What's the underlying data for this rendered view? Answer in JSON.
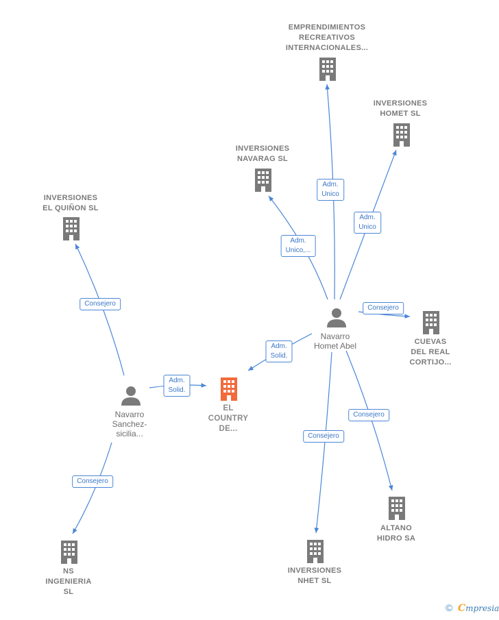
{
  "colors": {
    "edge": "#4a86d6",
    "company_icon": "#7a7a7a",
    "focus_icon": "#f26a3a",
    "person_icon": "#7a7a7a"
  },
  "companies": [
    {
      "id": "emprendimientos",
      "lines": [
        "EMPRENDIMIENTOS",
        "RECREATIVOS",
        "INTERNACIONALES..."
      ]
    },
    {
      "id": "homet",
      "lines": [
        "INVERSIONES",
        "HOMET SL"
      ]
    },
    {
      "id": "navarag",
      "lines": [
        "INVERSIONES",
        "NAVARAG  SL"
      ]
    },
    {
      "id": "quinon",
      "lines": [
        "INVERSIONES",
        "EL QUIÑON SL"
      ]
    },
    {
      "id": "cuevas",
      "lines": [
        "CUEVAS",
        "DEL REAL",
        "CORTIJO..."
      ]
    },
    {
      "id": "country",
      "lines": [
        "EL",
        "COUNTRY",
        "DE..."
      ],
      "focus": true
    },
    {
      "id": "altano",
      "lines": [
        "ALTANO",
        "HIDRO SA"
      ]
    },
    {
      "id": "nhet",
      "lines": [
        "INVERSIONES",
        "NHET  SL"
      ]
    },
    {
      "id": "ns",
      "lines": [
        "NS",
        "INGENIERIA",
        "SL"
      ]
    }
  ],
  "persons": [
    {
      "id": "homet-abel",
      "lines": [
        "Navarro",
        "Homet Abel"
      ]
    },
    {
      "id": "sanchez",
      "lines": [
        "Navarro",
        "Sanchez-",
        "sicilia..."
      ]
    }
  ],
  "edges": [
    {
      "id": "e1",
      "lines": [
        "Adm.",
        "Unico"
      ]
    },
    {
      "id": "e2",
      "lines": [
        "Adm.",
        "Unico"
      ]
    },
    {
      "id": "e3",
      "lines": [
        "Adm.",
        "Unico,..."
      ]
    },
    {
      "id": "e4",
      "lines": [
        "Consejero"
      ]
    },
    {
      "id": "e5",
      "lines": [
        "Adm.",
        "Solid."
      ]
    },
    {
      "id": "e6",
      "lines": [
        "Consejero"
      ]
    },
    {
      "id": "e7",
      "lines": [
        "Consejero"
      ]
    },
    {
      "id": "e8",
      "lines": [
        "Consejero"
      ]
    },
    {
      "id": "e9",
      "lines": [
        "Adm.",
        "Solid."
      ]
    },
    {
      "id": "e10",
      "lines": [
        "Consejero"
      ]
    }
  ],
  "footer": {
    "copyright": "©",
    "brand_initial": "C",
    "brand_rest": "mpresia"
  }
}
